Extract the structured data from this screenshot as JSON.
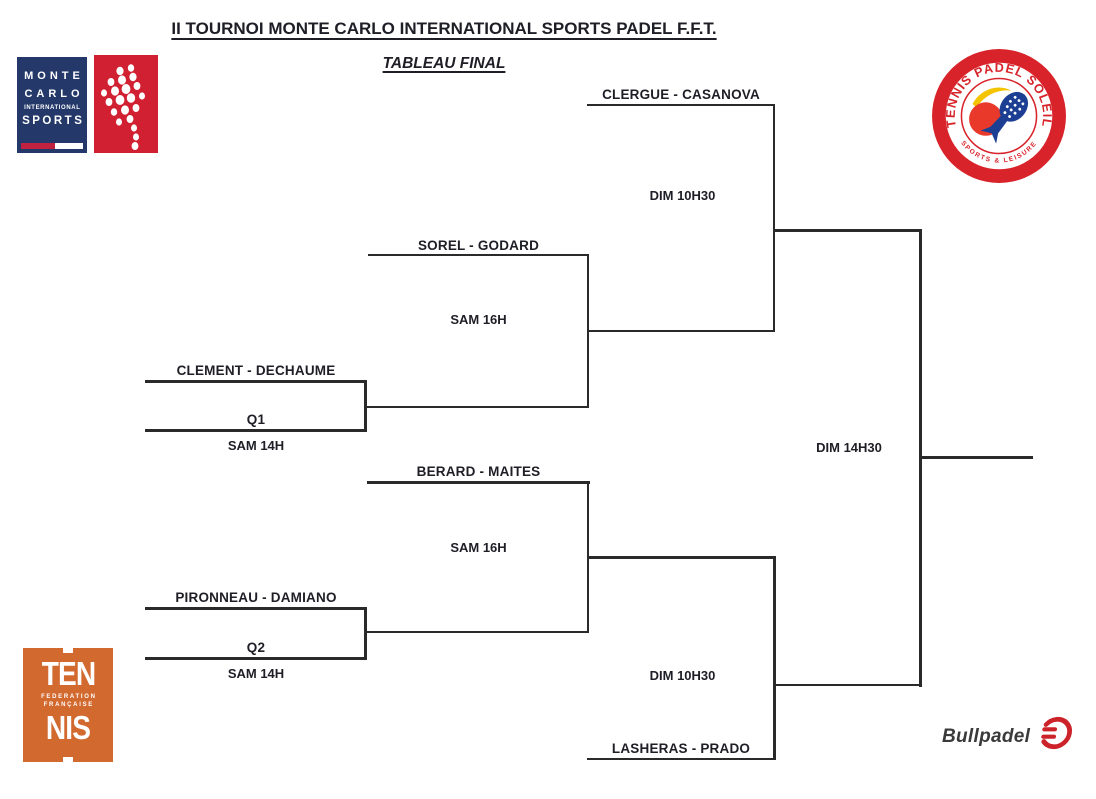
{
  "header": {
    "title": "II TOURNOI MONTE CARLO INTERNATIONAL SPORTS PADEL F.F.T.",
    "subtitle": "TABLEAU FINAL"
  },
  "bracket": {
    "teams": {
      "clergue": "CLERGUE - CASANOVA",
      "sorel": "SOREL - GODARD",
      "clement": "CLEMENT - DECHAUME",
      "berard": "BERARD - MAITES",
      "pironneau": "PIRONNEAU - DAMIANO",
      "lasheras": "LASHERAS - PRADO"
    },
    "qualifier1": {
      "label": "Q1",
      "time": "SAM 14H"
    },
    "qualifier2": {
      "label": "Q2",
      "time": "SAM 14H"
    },
    "round2_top": {
      "time": "SAM 16H"
    },
    "round2_bottom": {
      "time": "SAM 16H"
    },
    "semi_top": {
      "time": "DIM 10H30"
    },
    "semi_bottom": {
      "time": "DIM 10H30"
    },
    "final": {
      "time": "DIM 14H30"
    }
  },
  "logos": {
    "monte_carlo": {
      "line1": "MONTE",
      "line2": "CARLO",
      "line3": "INTERNATIONAL",
      "line4": "SPORTS"
    },
    "tennis_padel_soleil": {
      "arc_top": "TENNIS PADEL SOLEIL",
      "arc_bottom": "SPORTS & LEISURE"
    },
    "fft": {
      "line1": "TEN",
      "line2": "FEDERATION",
      "line3": "FRANÇAISE",
      "line4": "NIS"
    },
    "bullpadel": {
      "wordmark": "Bullpadel"
    }
  },
  "colors": {
    "line": "#2a2a2a",
    "text": "#1e1e26",
    "monte_carlo_navy": "#24396a",
    "monte_carlo_red": "#d02031",
    "tps_red": "#d8232a",
    "fft_orange": "#d2692f",
    "bullpadel_red": "#cc2229"
  }
}
